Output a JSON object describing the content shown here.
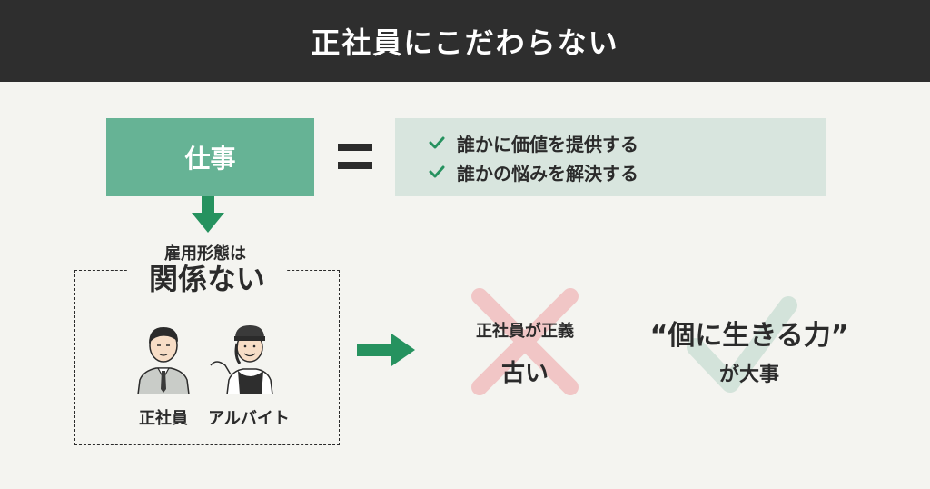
{
  "header": {
    "title": "正社員にこだわらない"
  },
  "job": {
    "label": "仕事"
  },
  "definition": {
    "items": [
      "誰かに価値を提供する",
      "誰かの悩みを解決する"
    ]
  },
  "employment": {
    "subtitle": "雇用形態は",
    "title": "関係ない",
    "persons": [
      "正社員",
      "アルバイト"
    ]
  },
  "old_view": {
    "line1": "正社員が正義",
    "line2": "古い"
  },
  "new_view": {
    "line1": "“個に生きる力”",
    "line2": "が大事"
  },
  "colors": {
    "header_bg": "#2e2e2e",
    "accent_green": "#66b395",
    "arrow_green": "#26925f",
    "definition_bg": "#d8e5de",
    "cross_pink": "#f1c6c6",
    "check_light": "#d3e3da"
  }
}
